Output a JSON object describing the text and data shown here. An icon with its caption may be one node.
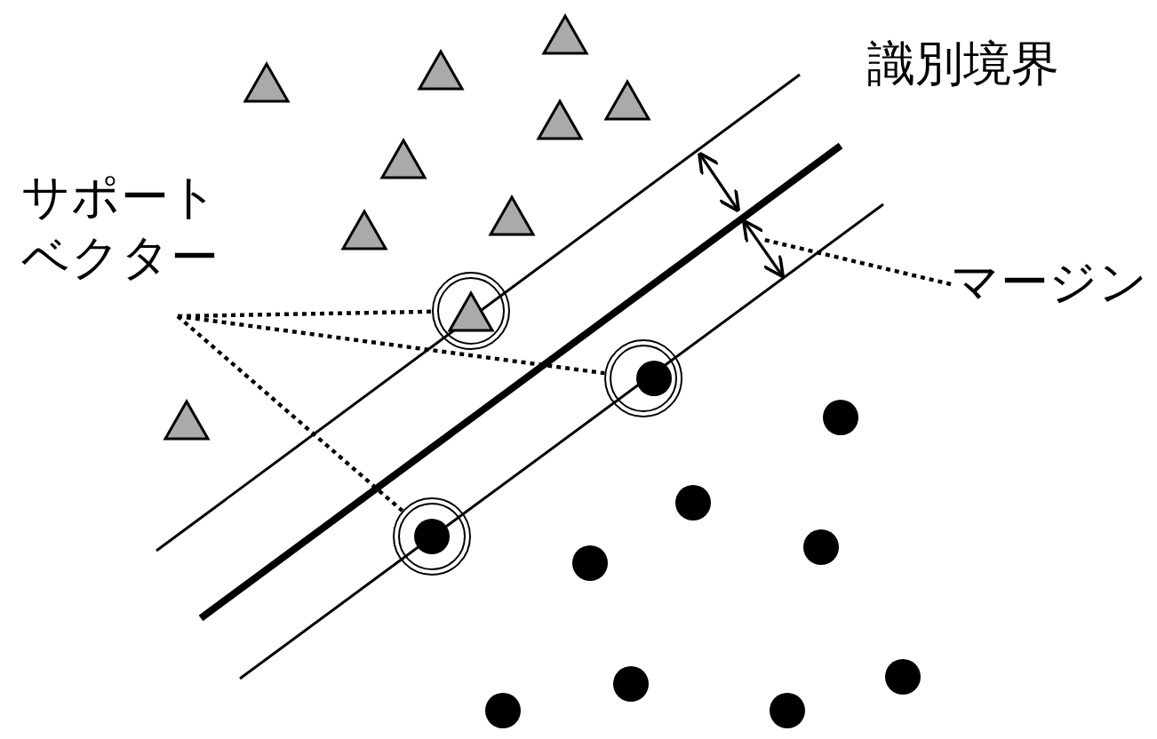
{
  "diagram": {
    "nodes": [
      {
        "text": [
          "サポートベクター"
        ]
      },
      {
        "text": [],
        "shape": "circle"
      },
      {
        "text": [],
        "shape": "circle"
      },
      {
        "text": [],
        "shape": "circle"
      },
      {
        "text": [
          "マージン"
        ]
      }
    ],
    "edges": [
      {
        "from": 0,
        "to": 1,
        "arrow": "none",
        "style": "dashed"
      },
      {
        "from": 0,
        "to": 2,
        "arrow": "none",
        "style": "dashed"
      },
      {
        "from": 0,
        "to": 3,
        "arrow": "none",
        "style": "dashed"
      },
      {
        "from": 4,
        "to": null,
        "arrow": "none",
        "style": "dashed"
      }
    ],
    "labels": [
      "識別境界"
    ]
  }
}
